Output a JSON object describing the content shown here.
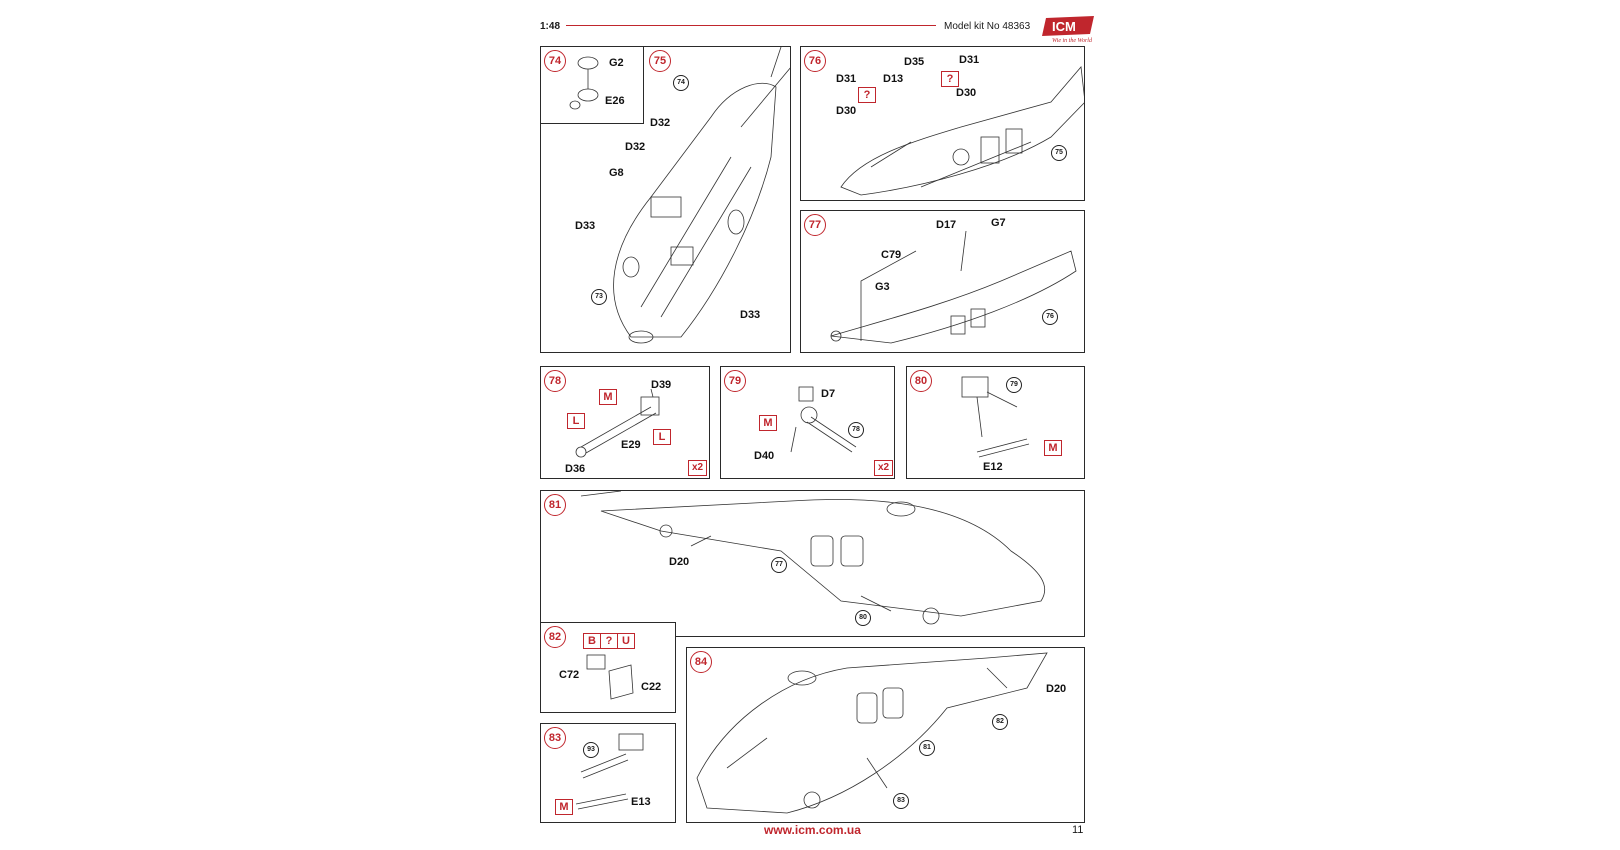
{
  "header": {
    "scale": "1:48",
    "kit_label": "Model kit No 48363",
    "brand": "ICM",
    "brand_tagline": "Wie in the World",
    "brand_color": "#c0262d"
  },
  "panels": {
    "p74": {
      "step": "74",
      "labels": [
        "G2",
        "E26"
      ]
    },
    "p75": {
      "step": "75",
      "labels": [
        "D32",
        "D32",
        "G8",
        "D33",
        "D33"
      ],
      "refs": [
        "74",
        "73"
      ]
    },
    "p76": {
      "step": "76",
      "labels": [
        "D35",
        "D31",
        "D31",
        "D13",
        "D30",
        "D30"
      ],
      "marks": [
        "?",
        "?"
      ],
      "refs": [
        "75"
      ]
    },
    "p77": {
      "step": "77",
      "labels": [
        "D17",
        "G7",
        "C79",
        "G3"
      ],
      "refs": [
        "76"
      ]
    },
    "p78": {
      "step": "78",
      "labels": [
        "D39",
        "E29",
        "D36"
      ],
      "marks": [
        "M",
        "L",
        "L"
      ],
      "qty": "x2"
    },
    "p79": {
      "step": "79",
      "labels": [
        "D7",
        "D40"
      ],
      "marks": [
        "M"
      ],
      "refs": [
        "78"
      ],
      "qty": "x2"
    },
    "p80": {
      "step": "80",
      "labels": [
        "E12"
      ],
      "marks": [
        "M"
      ],
      "refs": [
        "79"
      ]
    },
    "p81": {
      "step": "81",
      "labels": [
        "D20"
      ],
      "refs": [
        "77",
        "80"
      ]
    },
    "p82": {
      "step": "82",
      "labels": [
        "C72",
        "C22"
      ],
      "marks": [
        "B",
        "?",
        "U"
      ]
    },
    "p83": {
      "step": "83",
      "labels": [
        "E13"
      ],
      "marks": [
        "M"
      ],
      "refs": [
        "93"
      ]
    },
    "p84": {
      "step": "84",
      "labels": [
        "D20"
      ],
      "refs": [
        "82",
        "81",
        "83"
      ]
    }
  },
  "footer": {
    "url": "www.icm.com.ua",
    "page": "11"
  },
  "colors": {
    "accent": "#c0262d",
    "line": "#2a2a2a"
  }
}
